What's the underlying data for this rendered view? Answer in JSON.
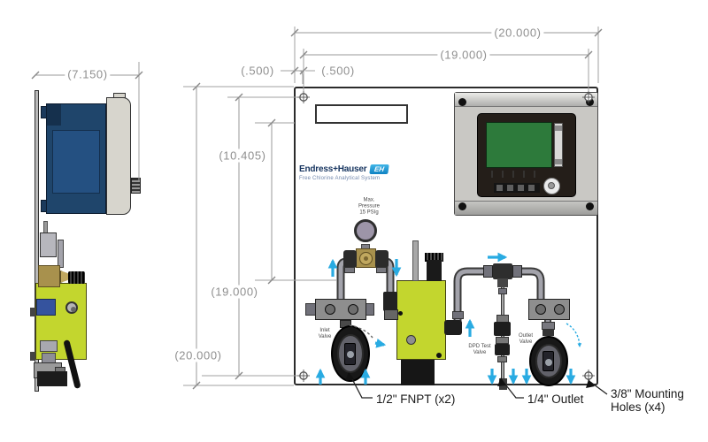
{
  "side_view": {
    "width_dim": "(7.150)"
  },
  "front_view": {
    "overall_width": "(20.000)",
    "hole_span_width": "(19.000)",
    "hole_offset_top": "(.500)",
    "hole_offset_left": "(.500)",
    "display_offset": "(10.405)",
    "hole_span_height": "(19.000)",
    "overall_height": "(20.000)"
  },
  "branding": {
    "manufacturer": "Endress+Hauser",
    "logo": "EH",
    "product": "Free Chlorine Analytical System"
  },
  "gauge": {
    "line1": "Max.",
    "line2": "Pressure",
    "line3": "15 PSIg"
  },
  "valves": {
    "inlet_l1": "Inlet",
    "inlet_l2": "Valve",
    "dpd_l1": "DPD Test",
    "dpd_l2": "Valve",
    "outlet_l1": "Outlet",
    "outlet_l2": "Valve"
  },
  "callouts": {
    "inlet": "1/2\" FNPT (x2)",
    "outlet": "1/4\" Outlet",
    "mounting_l1": "3/8\" Mounting",
    "mounting_l2": "Holes (x4)"
  },
  "colors": {
    "flow_cell": "#c3d62e",
    "controller": "#1f456b",
    "screen": "#2d7a3b",
    "arrows": "#29abe2",
    "brass": "#a8914d",
    "dimension_text": "#8f8f8f"
  }
}
